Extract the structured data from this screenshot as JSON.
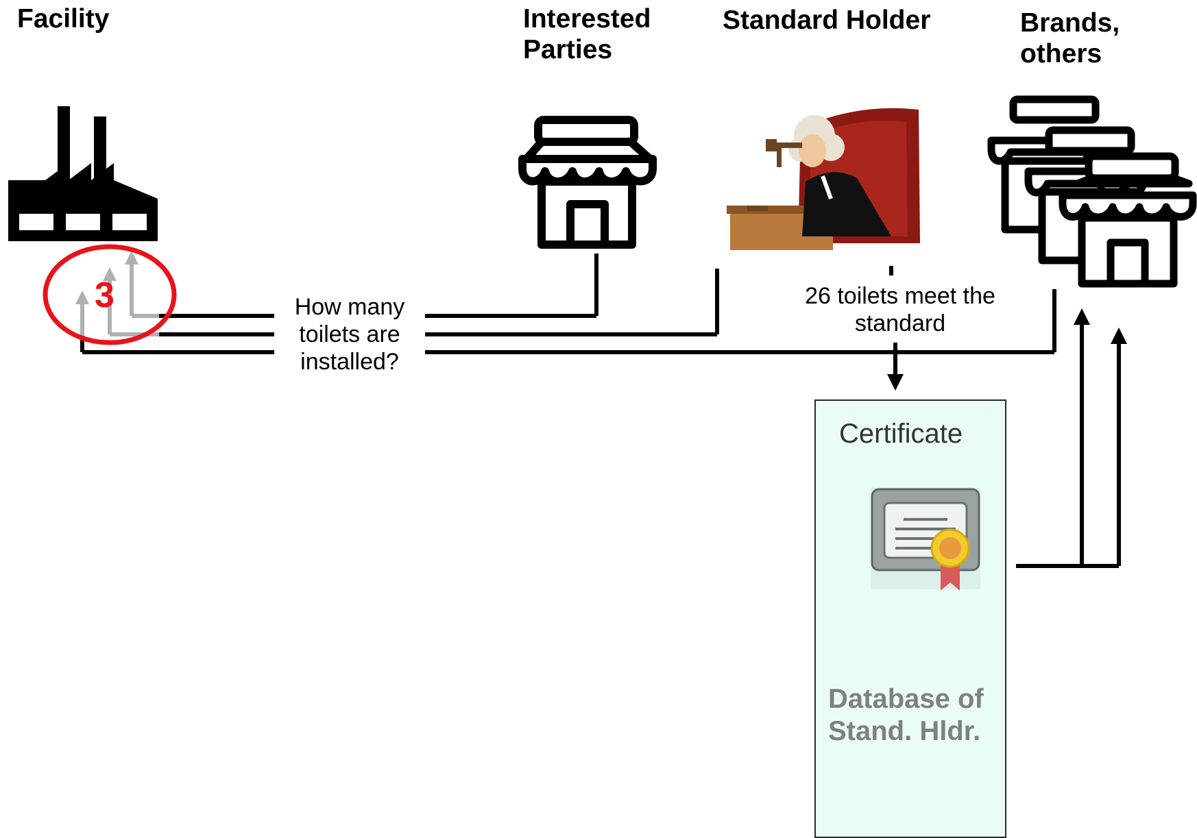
{
  "headers": {
    "facility": "Facility",
    "interested_parties": "Interested Parties",
    "standard_holder": "Standard Holder",
    "brands_others": "Brands, others"
  },
  "question": "How many toilets are installed?",
  "answer": "26 toilets meet the standard",
  "badge_number": "3",
  "certificate": {
    "title": "Certificate",
    "database_label": "Database of Stand. Hldr."
  },
  "colors": {
    "line": "#000000",
    "highlight_ellipse": "#e8131b",
    "faded_arrow": "#b0b0b0",
    "certificate_panel": "#eafcf6",
    "database_text": "#808080"
  },
  "icons": {
    "facility": "factory-icon",
    "interested_parties": "storefront-icon",
    "standard_holder": "judge-with-gavel-illustration",
    "brands_others": "stacked-storefronts-icon",
    "certificate": "certificate-ribbon-icon"
  }
}
